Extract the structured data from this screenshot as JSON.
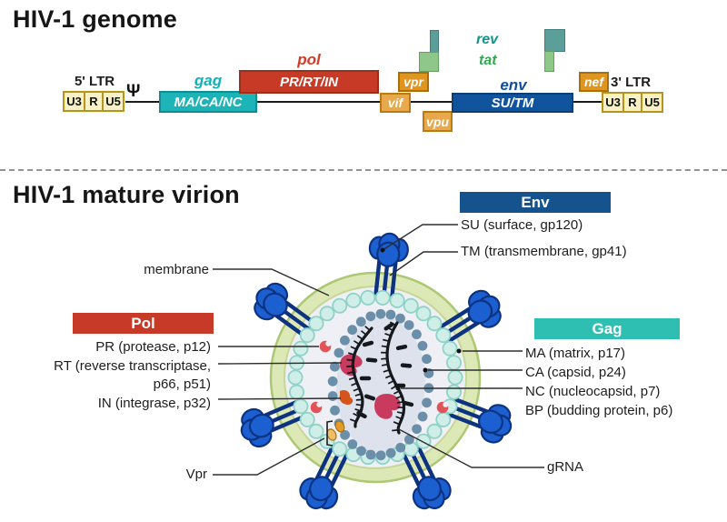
{
  "genome": {
    "title": "HIV-1 genome",
    "five_ltr": {
      "label": "5' LTR",
      "u3": "U3",
      "r": "R",
      "u5": "U5"
    },
    "psi": "Ψ",
    "gag_label": "gag",
    "gag_box": "MA/CA/NC",
    "pol_label": "pol",
    "pol_box": "PR/RT/IN",
    "vif": "vif",
    "vpr": "vpr",
    "vpu": "vpu",
    "nef": "nef",
    "rev": "rev",
    "tat": "tat",
    "env_label": "env",
    "env_box": "SU/TM",
    "three_ltr": {
      "label": "3' LTR",
      "u3": "U3",
      "r": "R",
      "u5": "U5"
    }
  },
  "virion": {
    "title": "HIV-1 mature virion",
    "membrane_label": "membrane",
    "env_badge": "Env",
    "su_label": "SU (surface, gp120)",
    "tm_label": "TM (transmembrane, gp41)",
    "pol_badge": "Pol",
    "pol_items": [
      "PR (protease, p12)",
      "RT (reverse transcriptase,",
      "p66, p51)",
      "IN (integrase, p32)"
    ],
    "gag_badge": "Gag",
    "gag_items": [
      "MA (matrix, p17)",
      "CA (capsid, p24)",
      "NC (nucleocapsid, p7)",
      "BP (budding protein, p6)"
    ],
    "vpr_label": "Vpr",
    "grna_label": "gRNA"
  },
  "colors": {
    "gag_teal": "#1db4b8",
    "gag_teal_border": "#0d8e95",
    "pol_red": "#c63a26",
    "pol_red_border": "#9e2d1a",
    "env_blue": "#11549e",
    "env_blue_border": "#0c3f78",
    "accessory_orange": "#e0961e",
    "accessory_orange_border": "#ab6f0a",
    "accessory_orange_light": "#e8a84c",
    "ltr_cream": "#f8f1c6",
    "ltr_border": "#b8931d",
    "rev_teal": "#0e968a",
    "tat_green": "#2cab4c",
    "exon_dark": "#5c9f98",
    "exon_dark_border": "#447e78",
    "exon_light": "#8fc78b",
    "exon_light_border": "#63a061",
    "badge_pol": "#c63a27",
    "badge_env": "#15538f",
    "badge_gag": "#2fbfb2",
    "membrane_green": "#dce8b6",
    "membrane_edge": "#adc873",
    "membrane_inner_edge": "#c6d795",
    "interior": "#eef0f6",
    "capsid_fill": "#dde2ec",
    "ma_mint": "#cfeee8",
    "ma_stroke": "#8fd2c6",
    "ca_slate": "#6b8fa9",
    "spike_blue": "#1b5fd0",
    "spike_navy": "#0d3380",
    "rt_crimson": "#c83a5e",
    "pr_red": "#e25358",
    "in_orange": "#d4541c",
    "vpr_orange": "#e39b2b",
    "vpr_orange_light": "#f0bd68",
    "vpr_orange_border": "#a87010",
    "rna_black": "#15181d",
    "leader_line": "#2e2e2e"
  }
}
